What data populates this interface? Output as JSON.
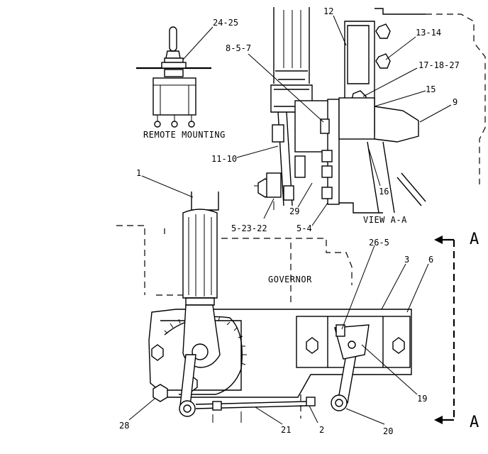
{
  "captions": {
    "remote_mounting": "REMOTE MOUNTING",
    "governor": "GOVERNOR",
    "view": "VIEW A-A",
    "section_top": "A",
    "section_bottom": "A"
  },
  "callouts": {
    "c24_25": "24-25",
    "c12": "12",
    "c8_5_7": "8-5-7",
    "c13_14": "13-14",
    "c17_18_27": "17-18-27",
    "c15": "15",
    "c9": "9",
    "c11_10": "11-10",
    "c16": "16",
    "c29": "29",
    "c5_23_22": "5-23-22",
    "c5_4": "5-4",
    "c1": "1",
    "c26_5": "26-5",
    "c3": "3",
    "c6": "6",
    "c19": "19",
    "c28": "28",
    "c21": "21",
    "c2": "2",
    "c20": "20"
  }
}
